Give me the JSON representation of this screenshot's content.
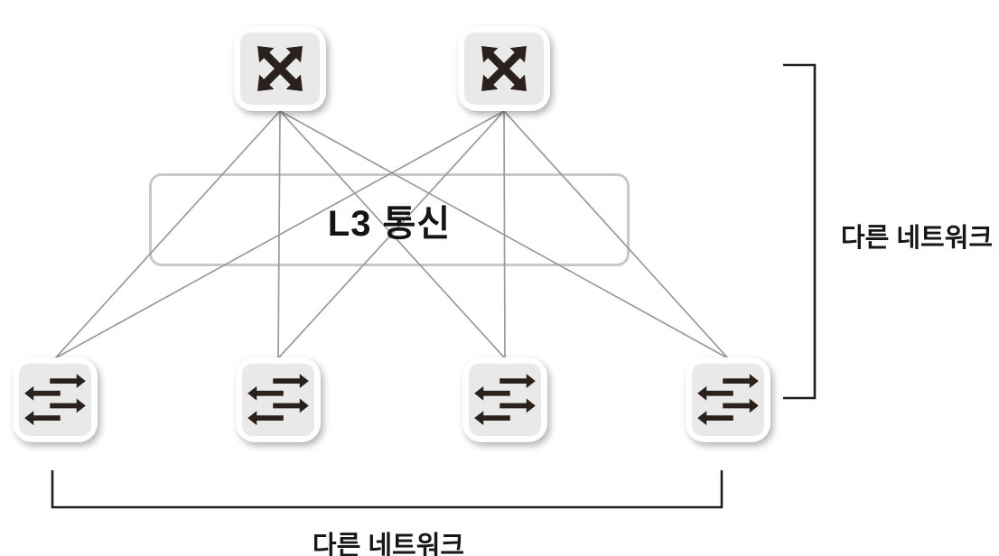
{
  "diagram": {
    "type": "spine-leaf-network-topology",
    "l3_box": {
      "label": "L3 통신"
    },
    "labels": {
      "right_bracket": "다른 네트워크",
      "bottom_bracket": "다른 네트워크"
    },
    "nodes": {
      "spines": [
        {
          "id": "spine-1",
          "icon": "l3-switch-icon"
        },
        {
          "id": "spine-2",
          "icon": "l3-switch-icon"
        }
      ],
      "leaves": [
        {
          "id": "leaf-1",
          "icon": "l2-switch-icon"
        },
        {
          "id": "leaf-2",
          "icon": "l2-switch-icon"
        },
        {
          "id": "leaf-3",
          "icon": "l2-switch-icon"
        },
        {
          "id": "leaf-4",
          "icon": "l2-switch-icon"
        }
      ]
    },
    "edges": [
      {
        "from": "spine-1",
        "to": "leaf-1"
      },
      {
        "from": "spine-1",
        "to": "leaf-2"
      },
      {
        "from": "spine-1",
        "to": "leaf-3"
      },
      {
        "from": "spine-1",
        "to": "leaf-4"
      },
      {
        "from": "spine-2",
        "to": "leaf-1"
      },
      {
        "from": "spine-2",
        "to": "leaf-2"
      },
      {
        "from": "spine-2",
        "to": "leaf-3"
      },
      {
        "from": "spine-2",
        "to": "leaf-4"
      }
    ],
    "colors": {
      "background": "#ffffff",
      "link": "#9a9a9a",
      "box_border": "#c8c8c8",
      "bracket": "#1f1f1f",
      "icon": "#2a211c",
      "node_panel": "#e9e9e9",
      "text": "#141414"
    }
  }
}
